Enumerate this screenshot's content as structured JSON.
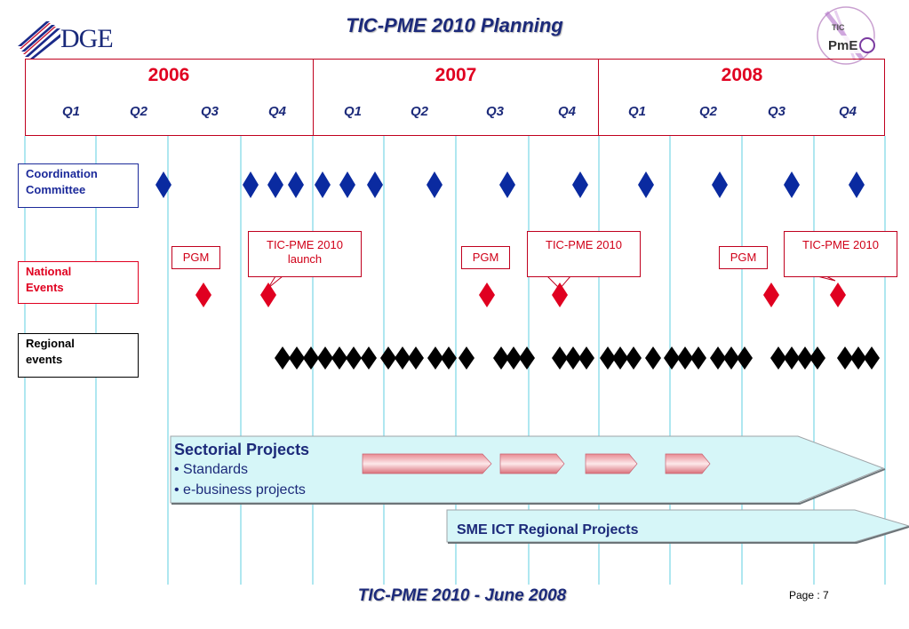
{
  "header": {
    "title": "TIC-PME 2010 Planning"
  },
  "logos": {
    "left_text": "DGE",
    "right_text_top": "TIC",
    "right_text_bottom": "PmE"
  },
  "years": [
    "2006",
    "2007",
    "2008"
  ],
  "quarters": [
    "Q1",
    "Q2",
    "Q3",
    "Q4",
    "Q1",
    "Q2",
    "Q3",
    "Q4",
    "Q1",
    "Q2",
    "Q3",
    "Q4"
  ],
  "rows": {
    "coordination": {
      "line1": "Coordination",
      "line2": "Committee"
    },
    "national": {
      "line1": "National",
      "line2": "Events"
    },
    "regional": {
      "line1": "Regional",
      "line2": "events"
    }
  },
  "callouts": {
    "pgm1": "PGM",
    "pgm2": "PGM",
    "pgm3": "PGM",
    "launch_line1": "TIC-PME 2010",
    "launch_line2": "launch",
    "tic2007": "TIC-PME 2010",
    "tic2008": "TIC-PME 2010"
  },
  "sectorial": {
    "title": "Sectorial Projects",
    "item1": "• Standards",
    "item2": "•  e-business projects"
  },
  "sme": {
    "title": "SME ICT Regional Projects"
  },
  "footer": {
    "text": "TIC-PME 2010 - June 2008",
    "page": "Page : 7"
  },
  "colors": {
    "navy": "#1c2a7a",
    "red": "#e00020",
    "blue_diamond": "#0a2aa0",
    "grid": "#5fcfe0",
    "arrow_fill": "#d6f6f8"
  }
}
